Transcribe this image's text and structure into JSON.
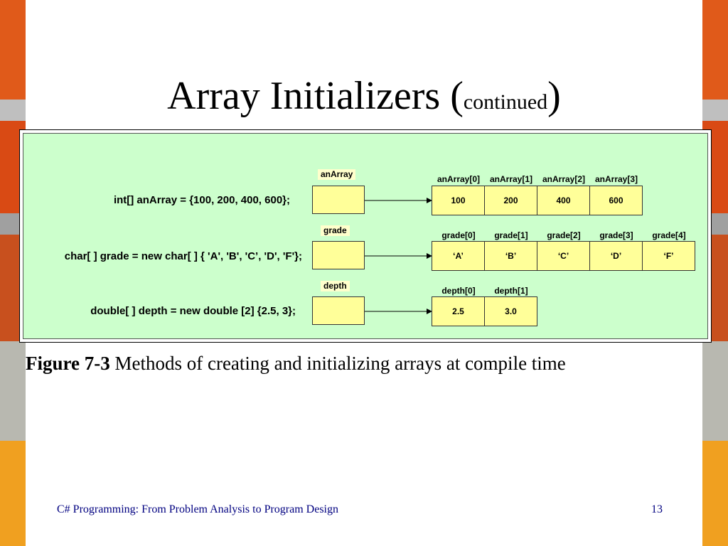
{
  "slide": {
    "title_main": "Array Initializers (",
    "title_sub": "continued",
    "title_close": ")",
    "caption_label": "Figure 7-3",
    "caption_text": " Methods of creating and initializing arrays at compile time",
    "footer_left": "C# Programming: From Problem Analysis to Program Design",
    "page_number": "13"
  },
  "colors": {
    "panel_background": "#ccffcc",
    "box_fill": "#ffff99",
    "label_fill": "#ffffcc",
    "footer_text": "#000080"
  },
  "figure": {
    "rows": [
      {
        "code": "int[] anArray = {100, 200, 400, 600};",
        "variable": "anArray",
        "indices": [
          "anArray[0]",
          "anArray[1]",
          "anArray[2]",
          "anArray[3]"
        ],
        "values": [
          "100",
          "200",
          "400",
          "600"
        ]
      },
      {
        "code": "char[ ] grade = new char[ ] { 'A', 'B', 'C’, 'D', 'F'};",
        "variable": "grade",
        "indices": [
          "grade[0]",
          "grade[1]",
          "grade[2]",
          "grade[3]",
          "grade[4]"
        ],
        "values": [
          "‘A’",
          "‘B’",
          "‘C’",
          "‘D’",
          "‘F’"
        ]
      },
      {
        "code": "double[ ] depth = new double [2] {2.5, 3};",
        "variable": "depth",
        "indices": [
          "depth[0]",
          "depth[1]"
        ],
        "values": [
          "2.5",
          "3.0"
        ]
      }
    ]
  }
}
